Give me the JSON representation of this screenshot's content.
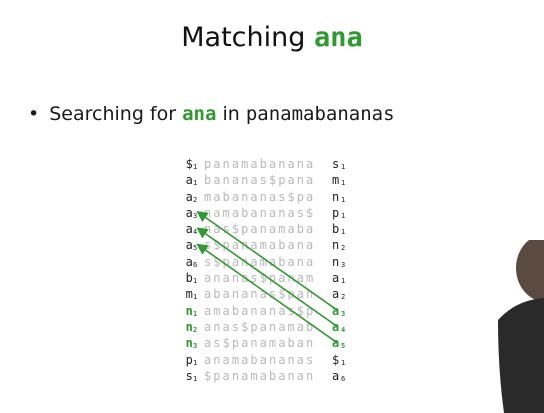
{
  "slide": {
    "title_prefix": "Matching",
    "title_pattern": "ana",
    "bullet_prefix": "Searching for",
    "bullet_pattern": "ana",
    "bullet_middle": "in",
    "bullet_text": "panamabananas"
  },
  "colors": {
    "accent": "#2f9a2f",
    "faded": "#b9b9b9",
    "text": "#222222"
  },
  "bwt_rows": [
    {
      "first": "$",
      "first_sub": "1",
      "middle": "panamabanana",
      "last": "s",
      "last_sub": "1",
      "highlight": false,
      "last_highlight": false
    },
    {
      "first": "a",
      "first_sub": "1",
      "middle": "bananas$pana",
      "last": "m",
      "last_sub": "1",
      "highlight": false,
      "last_highlight": false
    },
    {
      "first": "a",
      "first_sub": "2",
      "middle": "mabananas$pa",
      "last": "n",
      "last_sub": "1",
      "highlight": false,
      "last_highlight": false
    },
    {
      "first": "a",
      "first_sub": "3",
      "middle": "namabananas$",
      "last": "p",
      "last_sub": "1",
      "highlight": false,
      "last_highlight": false
    },
    {
      "first": "a",
      "first_sub": "4",
      "middle": "nas$panamaba",
      "last": "b",
      "last_sub": "1",
      "highlight": false,
      "last_highlight": false
    },
    {
      "first": "a",
      "first_sub": "5",
      "middle": "s$panamabana",
      "last": "n",
      "last_sub": "2",
      "highlight": false,
      "last_highlight": false
    },
    {
      "first": "a",
      "first_sub": "6",
      "middle": "s$panamabana",
      "last": "n",
      "last_sub": "3",
      "highlight": false,
      "last_highlight": false
    },
    {
      "first": "b",
      "first_sub": "1",
      "middle": "ananas$panam",
      "last": "a",
      "last_sub": "1",
      "highlight": false,
      "last_highlight": false
    },
    {
      "first": "m",
      "first_sub": "1",
      "middle": "abananas$pan",
      "last": "a",
      "last_sub": "2",
      "highlight": false,
      "last_highlight": false
    },
    {
      "first": "n",
      "first_sub": "1",
      "middle": "amabananas$p",
      "last": "a",
      "last_sub": "3",
      "highlight": true,
      "last_highlight": true
    },
    {
      "first": "n",
      "first_sub": "2",
      "middle": "anas$panamab",
      "last": "a",
      "last_sub": "4",
      "highlight": true,
      "last_highlight": true
    },
    {
      "first": "n",
      "first_sub": "3",
      "middle": "as$panamaban",
      "last": "a",
      "last_sub": "5",
      "highlight": true,
      "last_highlight": true
    },
    {
      "first": "p",
      "first_sub": "1",
      "middle": "anamabananas",
      "last": "$",
      "last_sub": "1",
      "highlight": false,
      "last_highlight": false
    },
    {
      "first": "s",
      "first_sub": "1",
      "middle": "$panamabanan",
      "last": "a",
      "last_sub": "6",
      "highlight": false,
      "last_highlight": false
    }
  ]
}
